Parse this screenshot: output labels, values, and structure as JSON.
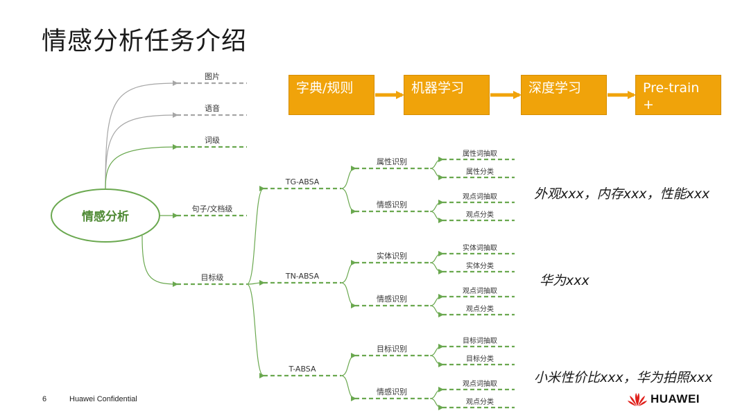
{
  "title": "情感分析任务介绍",
  "pipeline": {
    "steps": [
      "字典/规则",
      "机器学习",
      "深度学习",
      "Pre-train +\nfinetune"
    ]
  },
  "tree": {
    "root": "情感分析",
    "levels": [
      {
        "label": "图片",
        "active": false
      },
      {
        "label": "语音",
        "active": false
      },
      {
        "label": "词级",
        "active": true
      },
      {
        "label": "句子/文档级",
        "active": true
      },
      {
        "label": "目标级",
        "active": true
      }
    ],
    "subtasks": [
      {
        "label": "TG-ABSA",
        "branches": [
          {
            "label": "属性识别",
            "leaves": [
              "属性词抽取",
              "属性分类"
            ]
          },
          {
            "label": "情感识别",
            "leaves": [
              "观点词抽取",
              "观点分类"
            ]
          }
        ]
      },
      {
        "label": "TN-ABSA",
        "branches": [
          {
            "label": "实体识别",
            "leaves": [
              "实体词抽取",
              "实体分类"
            ]
          },
          {
            "label": "情感识别",
            "leaves": [
              "观点词抽取",
              "观点分类"
            ]
          }
        ]
      },
      {
        "label": "T-ABSA",
        "branches": [
          {
            "label": "目标识别",
            "leaves": [
              "目标词抽取",
              "目标分类"
            ]
          },
          {
            "label": "情感识别",
            "leaves": [
              "观点词抽取",
              "观点分类"
            ]
          }
        ]
      }
    ]
  },
  "examples": [
    "外观xxx，内存xxx，性能xxx",
    "华为xxx",
    "小米性价比xxx，华为拍照xxx"
  ],
  "footer": {
    "page": "6",
    "confidential": "Huawei Confidential",
    "brand": "HUAWEI"
  },
  "colors": {
    "green": "#6aa84f",
    "gray": "#a6a6a6",
    "orange": "#f0a30a",
    "logo_red": "#e0201b"
  }
}
